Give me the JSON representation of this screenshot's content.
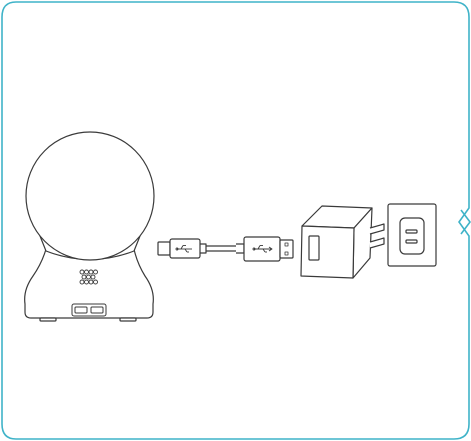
{
  "colors": {
    "frame": "#3fb3c8",
    "line": "#3a3a3a",
    "fill": "#ffffff"
  },
  "diagram": {
    "steps": [
      {
        "component": "camera",
        "icon": "camera-icon"
      },
      {
        "component": "usb-cable",
        "icon": "usb-cable-icon"
      },
      {
        "component": "power-adapter",
        "icon": "power-adapter-icon"
      },
      {
        "component": "wall-outlet",
        "icon": "wall-outlet-icon"
      }
    ],
    "continue_indicator": "next-arrow-icon"
  }
}
